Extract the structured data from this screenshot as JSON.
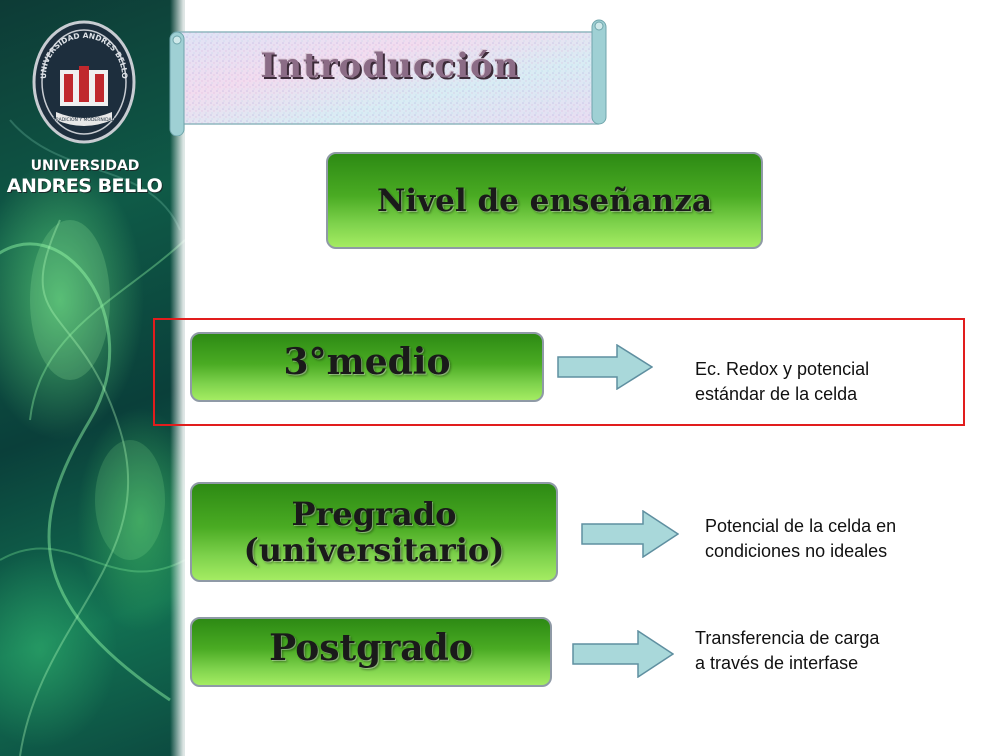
{
  "slide": {
    "title": "Introducción",
    "heading": "Nivel de enseñanza"
  },
  "branding": {
    "seal_text": "UNIVERSIDAD ANDRES BELLO",
    "seal_motto": "TRADICIÓN Y MODERNIDAD",
    "name_line1": "UNIVERSIDAD",
    "name_line2": "ANDRES BELLO"
  },
  "levels": [
    {
      "label": "3°medio",
      "description_lines": [
        "Ec. Redox y potencial",
        "estándar de la celda"
      ],
      "highlighted": true
    },
    {
      "label_lines": [
        "Pregrado",
        "(universitario)"
      ],
      "description_lines": [
        "Potencial de la celda en",
        "condiciones no ideales"
      ],
      "highlighted": false
    },
    {
      "label": "Postgrado",
      "description_lines": [
        "Transferencia de carga",
        "a través de interfase"
      ],
      "highlighted": false
    }
  ],
  "colors": {
    "highlight_border": "#e11d1d",
    "box_green_dark": "#2d8a14",
    "box_green_light": "#a4ec62",
    "arrow_fill": "#a9d8da",
    "title_color": "#8b6c86"
  }
}
